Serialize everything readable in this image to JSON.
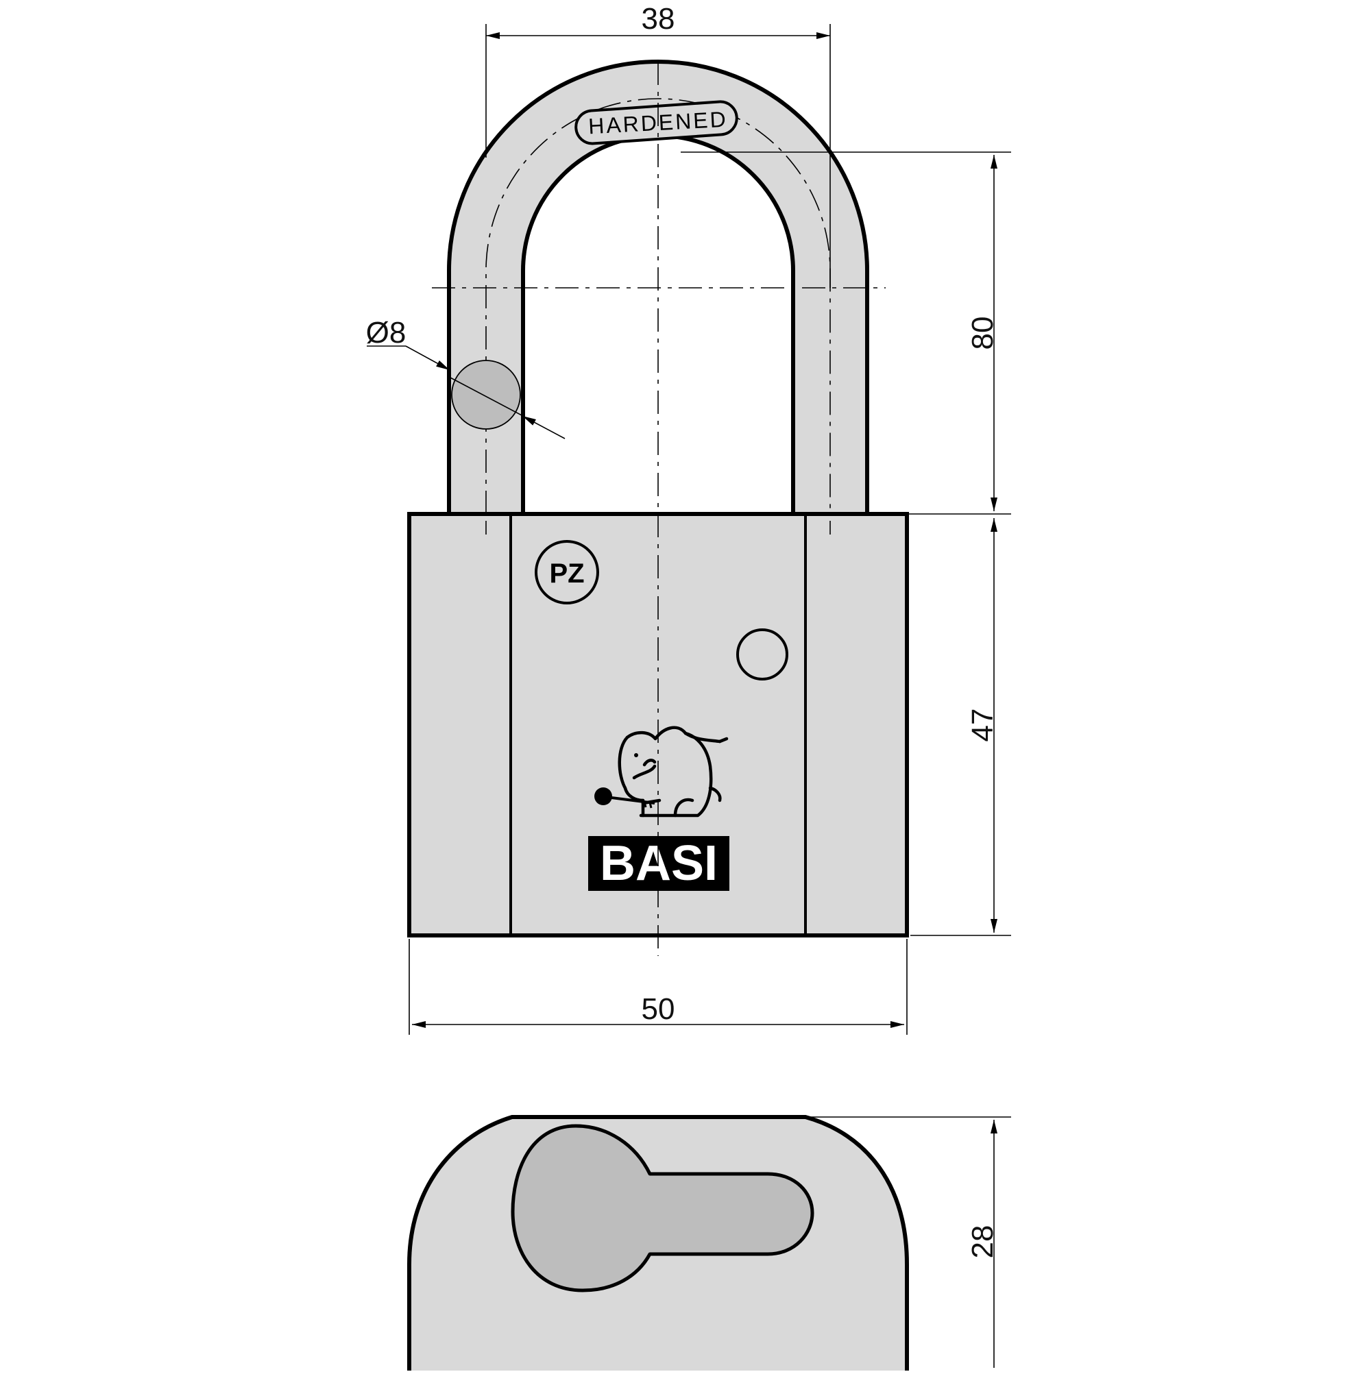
{
  "drawing": {
    "dimensions": {
      "shackle_span": "38",
      "shackle_height": "80",
      "shackle_diameter": "Ø8",
      "body_height": "47",
      "body_width": "50",
      "body_depth": "28"
    },
    "shackle_marking": "HARDENED",
    "cylinder_marking": "PZ",
    "brand": "BASI",
    "colors": {
      "body_fill": "#d9d9d9",
      "shackle_fill": "#d9d9d9",
      "keyway_fill": "#bdbdbd",
      "section_fill": "#bdbdbd",
      "line": "#000000",
      "brand_background": "#000000",
      "brand_text": "#ffffff"
    }
  }
}
